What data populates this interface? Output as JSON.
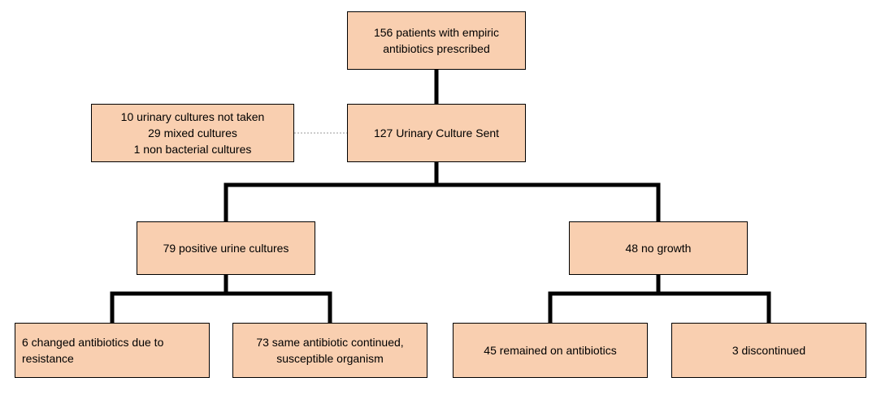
{
  "colors": {
    "box_fill": "#f9cfb0",
    "box_border": "#000000",
    "connector": "#000000",
    "dotted_connector": "#999999"
  },
  "nodes": {
    "top": {
      "lines": [
        "156 patients with empiric",
        "antibiotics prescribed"
      ]
    },
    "sent": {
      "lines": [
        "127 Urinary Culture Sent"
      ]
    },
    "excluded": {
      "lines": [
        "10 urinary cultures not taken",
        "29 mixed cultures",
        "1 non bacterial cultures"
      ]
    },
    "positive": {
      "lines": [
        "79 positive urine cultures"
      ]
    },
    "no_growth": {
      "lines": [
        "48 no growth"
      ]
    },
    "changed": {
      "lines": [
        "6 changed antibiotics due to",
        "resistance"
      ]
    },
    "same": {
      "lines": [
        "73 same antibiotic continued,",
        "susceptible organism"
      ]
    },
    "remained": {
      "lines": [
        "45 remained on antibiotics"
      ]
    },
    "discontinued": {
      "lines": [
        "3 discontinued"
      ]
    }
  }
}
